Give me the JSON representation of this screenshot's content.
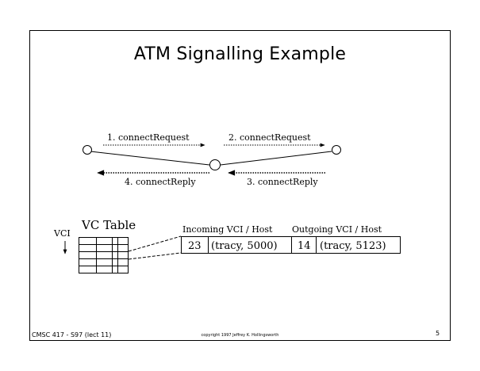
{
  "slide": {
    "title": "ATM Signalling Example",
    "footer_left": "CMSC 417 - S97  (lect 11)",
    "footer_center": "copyright 1997 Jeffrey K. Hollingsworth",
    "page_number": "5"
  },
  "diagram": {
    "messages": {
      "m1": "1. connectRequest",
      "m2": "2. connectRequest",
      "m3": "3. connectReply",
      "m4": "4. connectReply"
    },
    "vci_label": "VCI",
    "vc_table_label": "VC Table",
    "incoming_header": "Incoming VCI / Host",
    "outgoing_header": "Outgoing VCI / Host",
    "entry": {
      "in_vci": "23",
      "in_host": "(tracy, 5000)",
      "out_vci": "14",
      "out_host": "(tracy, 5123)"
    }
  }
}
